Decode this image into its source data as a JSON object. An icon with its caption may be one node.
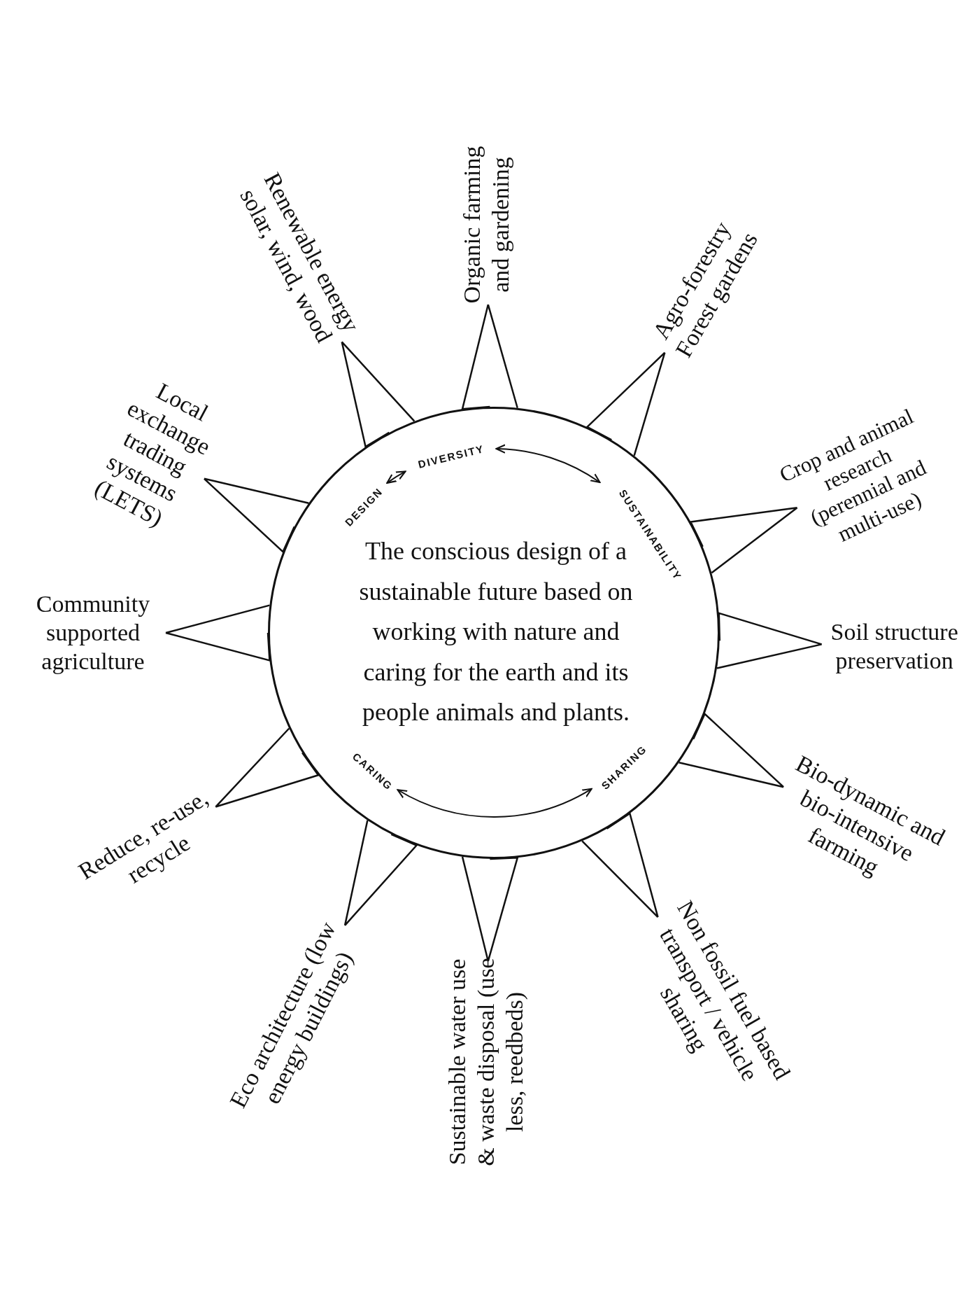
{
  "diagram": {
    "nodes": [
      {
        "text": [
          "The conscious design of a sustainable future based on working with nature and caring for the earth and its people animals and plants."
        ]
      },
      {
        "text": [
          "Renewable energy solar, wind, wood"
        ]
      },
      {
        "text": [
          "Organic farming and gardening"
        ]
      },
      {
        "text": [
          "Agro-forestry Forest gardens"
        ]
      },
      {
        "text": [
          "Crop and animal research (perennial and multi-use)"
        ]
      },
      {
        "text": [
          "Soil structure preservation"
        ]
      },
      {
        "text": [
          "Bio-dynamic and bio-intensive farming"
        ]
      },
      {
        "text": [
          "Non fossil fuel based transport / vehicle sharing"
        ]
      },
      {
        "text": [
          "Sustainable water use & waste disposal (use less, reedbeds)"
        ]
      },
      {
        "text": [
          "Eco architecture (low energy buildings)"
        ]
      },
      {
        "text": [
          "Reduce, re-use, recycle"
        ]
      },
      {
        "text": [
          "Community supported agriculture"
        ]
      },
      {
        "text": [
          "Local exchange trading systems (LETS)"
        ]
      },
      {
        "text": [
          "DESIGN"
        ],
        "in": 0
      },
      {
        "text": [
          "DIVERSITY"
        ],
        "in": 0
      },
      {
        "text": [
          "SUSTAINABILITY"
        ],
        "in": 0
      },
      {
        "text": [
          "CARING"
        ],
        "in": 0
      },
      {
        "text": [
          "SHARING"
        ],
        "in": 0
      }
    ],
    "edges": [
      {
        "from": 0,
        "to": 1,
        "arrow": "none"
      },
      {
        "from": 0,
        "to": 2,
        "arrow": "none"
      },
      {
        "from": 0,
        "to": 3,
        "arrow": "none"
      },
      {
        "from": 0,
        "to": 4,
        "arrow": "none"
      },
      {
        "from": 0,
        "to": 5,
        "arrow": "none"
      },
      {
        "from": 0,
        "to": 6,
        "arrow": "none"
      },
      {
        "from": 0,
        "to": 7,
        "arrow": "none"
      },
      {
        "from": 0,
        "to": 8,
        "arrow": "none"
      },
      {
        "from": 0,
        "to": 9,
        "arrow": "none"
      },
      {
        "from": 0,
        "to": 10,
        "arrow": "none"
      },
      {
        "from": 0,
        "to": 11,
        "arrow": "none"
      },
      {
        "from": 0,
        "to": 12,
        "arrow": "none"
      },
      {
        "from": 13,
        "to": 14,
        "arrow": "both"
      },
      {
        "from": 14,
        "to": 15,
        "arrow": "both"
      },
      {
        "from": 16,
        "to": 17,
        "arrow": "both"
      }
    ]
  }
}
